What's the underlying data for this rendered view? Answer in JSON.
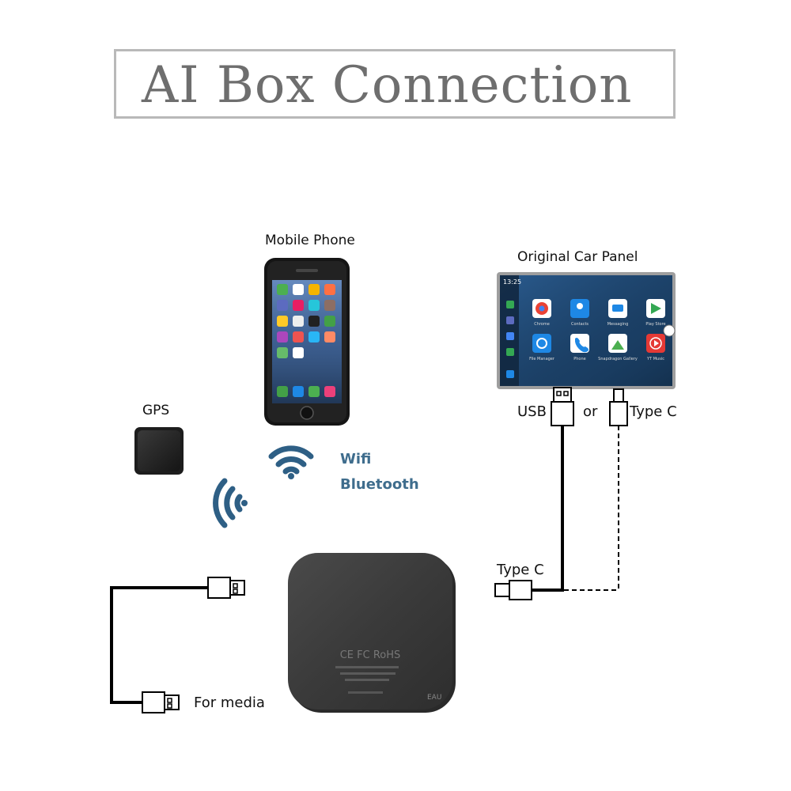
{
  "title": "AI Box Connection",
  "labels": {
    "mobile_phone": "Mobile Phone",
    "original_car_panel": "Original Car Panel",
    "gps": "GPS",
    "wifi": "Wifi",
    "bluetooth": "Bluetooth",
    "usb": "USB",
    "or": "or",
    "type_c_top": "Type C",
    "type_c_bottom": "Type C",
    "for_media": "For media"
  },
  "car_panel": {
    "clock": "13:25",
    "apps": [
      "Chrome",
      "Contacts",
      "Messaging",
      "Play Store",
      "File Manager",
      "Phone",
      "Snapdragon Gallery",
      "YT Music"
    ]
  },
  "ai_box": {
    "markings": "CE FC RoHS",
    "model": "EAU"
  },
  "colors": {
    "signal": "#2e5f85",
    "box": "#3b3b3b",
    "cable": "#000000"
  }
}
